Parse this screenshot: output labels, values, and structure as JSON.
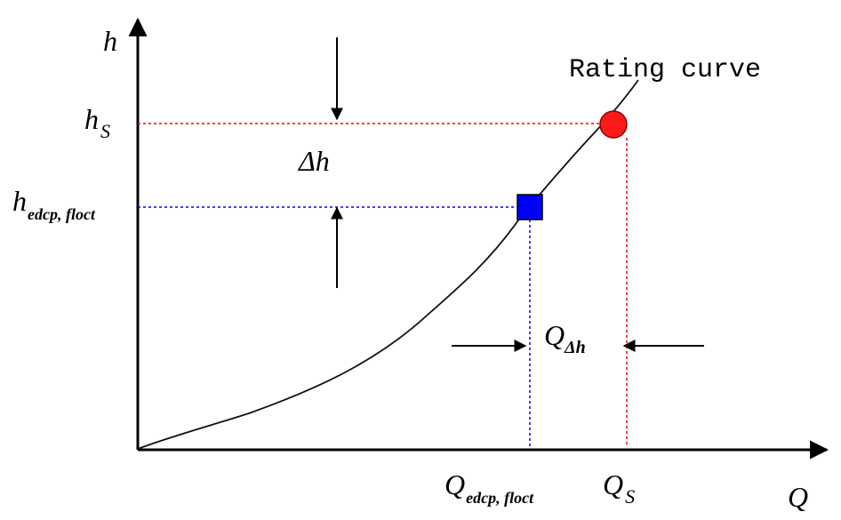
{
  "labels": {
    "h_axis": "h",
    "q_axis": "Q",
    "h_s_main": "h",
    "h_s_sub": "S",
    "h_edcp_main": "h",
    "h_edcp_sub": "edcp, floct",
    "delta_h": "Δh",
    "q_delta_h_main": "Q",
    "q_delta_h_sub": "Δh",
    "q_edcp_main": "Q",
    "q_edcp_sub": "edcp, floct",
    "q_s_main": "Q",
    "q_s_sub": "S",
    "curve_label": "Rating curve"
  },
  "colors": {
    "axis": "#000000",
    "curve": "#111111",
    "red_guide": "#ff0000",
    "blue_guide": "#0000ff",
    "red_marker": "#ff1a1a",
    "blue_marker": "#0000ff"
  }
}
